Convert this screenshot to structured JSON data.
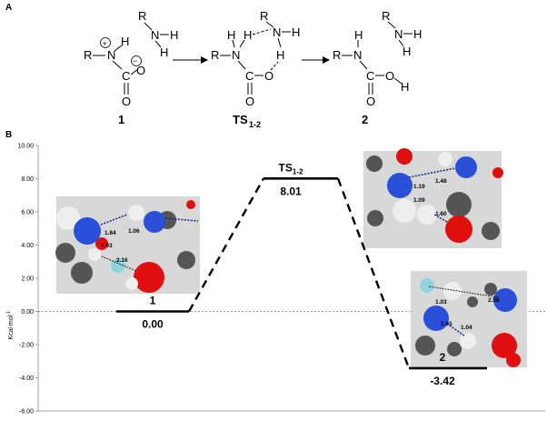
{
  "panels": {
    "a": "A",
    "b": "B"
  },
  "scheme": {
    "labels": {
      "r": "R",
      "n": "N",
      "h": "H",
      "c": "C",
      "o": "O",
      "plus": "+",
      "minus": "−"
    },
    "compounds": {
      "one": "1",
      "ts_main": "TS",
      "ts_sub": "1-2",
      "two": "2"
    }
  },
  "chart_data": {
    "type": "energy_profile",
    "ylabel": "Kcal mol",
    "ylabel_sup": "-1",
    "ylim": [
      -6.0,
      10.0
    ],
    "yticks": [
      "10.00",
      "8.00",
      "6.00",
      "4.00",
      "2.00",
      "0.00",
      "-2.00",
      "-4.00",
      "-6.00"
    ],
    "states": [
      {
        "name": "1",
        "energy": 0.0,
        "value_label": "0.00"
      },
      {
        "name": "TS",
        "name_sub": "1-2",
        "energy": 8.01,
        "value_label": "8.01"
      },
      {
        "name": "2",
        "energy": -3.42,
        "value_label": "-3.42"
      }
    ],
    "insets": {
      "state1_distances": [
        "1.84",
        "1.06",
        "1.03",
        "2.16"
      ],
      "ts_distances": [
        "1.48",
        "1.19",
        "1.09",
        "1.60"
      ],
      "state2_distances": [
        "1.03",
        "2.58",
        "1.65",
        "1.04"
      ]
    },
    "colors": {
      "nitrogen": "#2a4fd8",
      "oxygen": "#e01010",
      "carbon": "#555555",
      "hydrogen": "#eeeeee",
      "silicon": "#8fd3dc"
    }
  }
}
